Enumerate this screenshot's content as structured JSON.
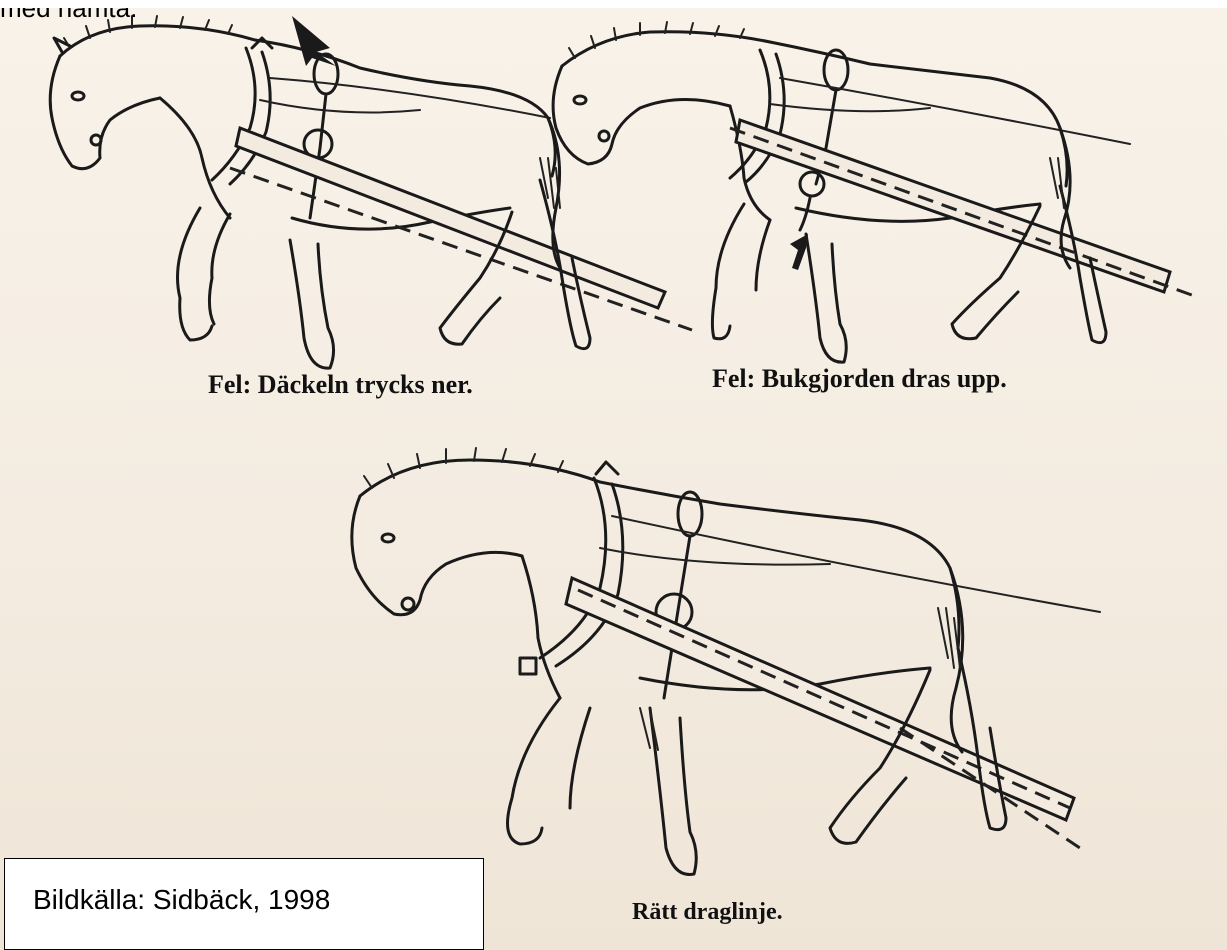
{
  "header_fragment": "med hämta.",
  "illustrations": [
    {
      "caption": "Fel: Däckeln trycks ner."
    },
    {
      "caption": "Fel: Bukgjorden dras upp."
    },
    {
      "caption": "Rätt draglinje."
    }
  ],
  "source_box": {
    "text": "Bildkälla: Sidbäck, 1998"
  }
}
